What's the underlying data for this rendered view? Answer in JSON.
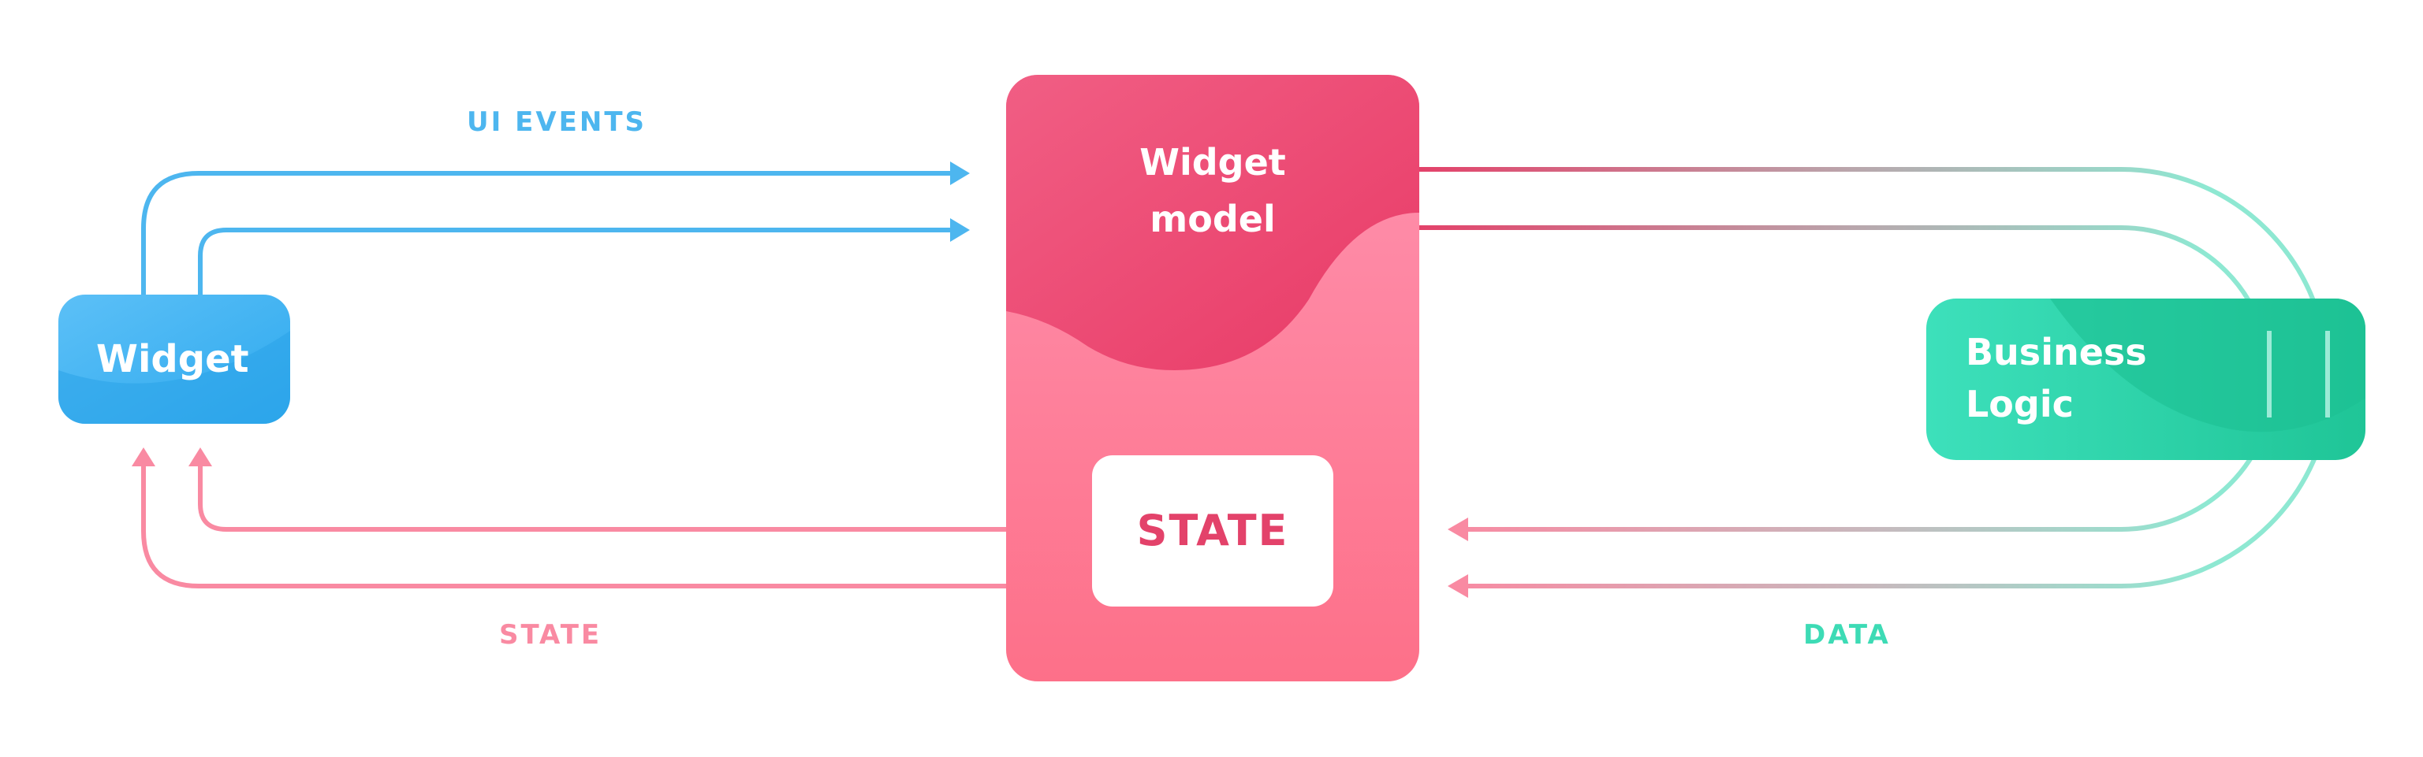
{
  "labels": {
    "ui_events": "UI EVENTS",
    "state_flow": "STATE",
    "data_flow": "DATA"
  },
  "nodes": {
    "widget": "Widget",
    "widget_model": [
      "Widget",
      "model"
    ],
    "state": "STATE",
    "business_logic": [
      "Business",
      "Logic"
    ]
  },
  "colors": {
    "blue": "#4db6ef",
    "pink": "#f98aa2",
    "crimson": "#e3426a",
    "teal": "#3ddbb5"
  }
}
